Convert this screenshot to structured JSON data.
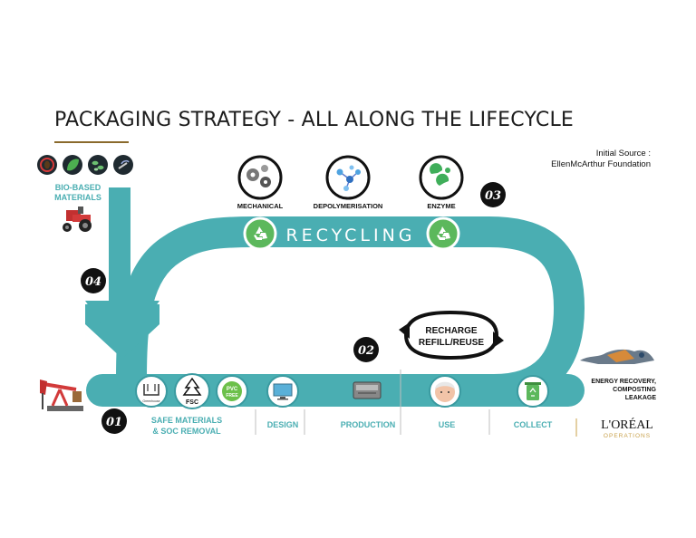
{
  "title": "PACKAGING STRATEGY - ALL ALONG THE LIFECYCLE",
  "source": {
    "line1": "Initial Source :",
    "line2": "EllenMcArthur Foundation"
  },
  "recycling": {
    "label": "RECYCLING",
    "methods": [
      {
        "label": "MECHANICAL",
        "icon": "gears-icon"
      },
      {
        "label": "DEPOLYMERISATION",
        "icon": "molecule-icon"
      },
      {
        "label": "ENZYME",
        "icon": "enzyme-icon"
      }
    ]
  },
  "steps": {
    "s01": "01",
    "s02": "02",
    "s03": "03",
    "s04": "04"
  },
  "bio": {
    "line1": "BIO-BASED",
    "line2": "MATERIALS"
  },
  "recharge": {
    "line1": "RECHARGE",
    "line2": "REFILL/REUSE"
  },
  "stages": {
    "safe_line1": "SAFE MATERIALS",
    "safe_line2": "& SOC REMOVAL",
    "design": "DESIGN",
    "production": "PRODUCTION",
    "use": "USE",
    "collect": "COLLECT"
  },
  "badges": {
    "fsc": "FSC",
    "pvc1": "PVC",
    "pvc2": "FREE",
    "food": "Greenhouse"
  },
  "energy": {
    "line1": "ENERGY RECOVERY,",
    "line2": "COMPOSTING",
    "line3": "LEAKAGE"
  },
  "brand": {
    "name": "L'ORÉAL",
    "sub": "OPERATIONS"
  },
  "colors": {
    "teal": "#4aaeb2",
    "white": "#ffffff",
    "black": "#111111",
    "green": "#5cb85c",
    "brown": "#8a6a2c"
  }
}
